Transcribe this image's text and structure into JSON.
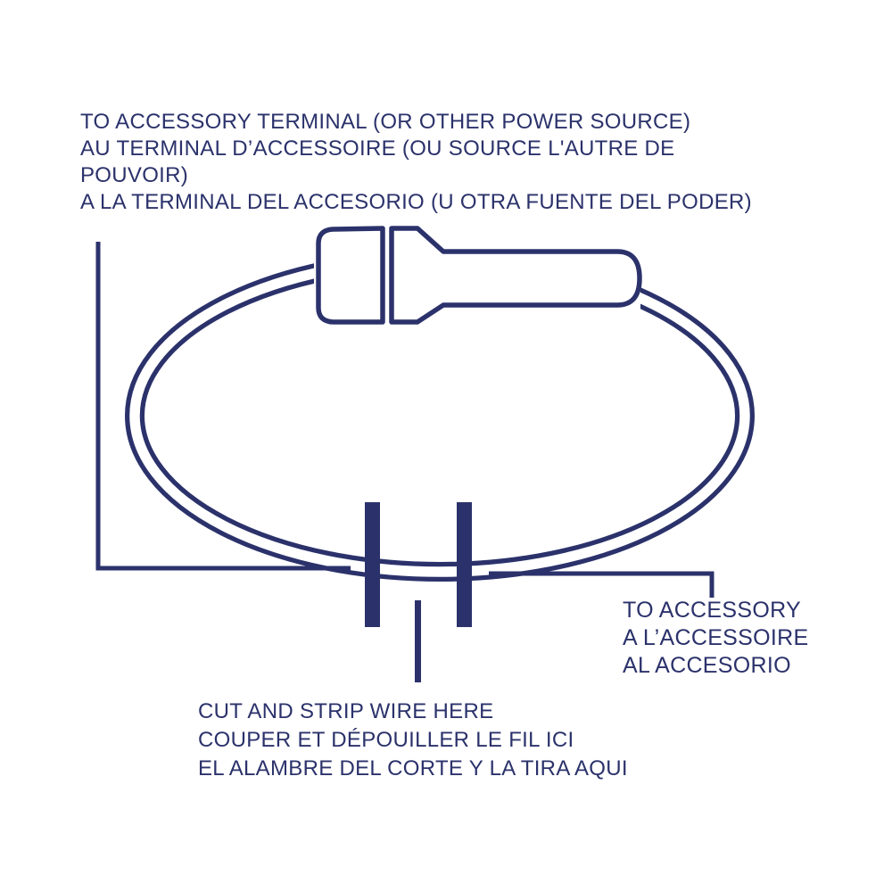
{
  "diagram": {
    "title": "Accessory wiring / fuse holder cut-and-strip diagram",
    "ink_color": "#2b326b",
    "background_color": "#ffffff",
    "labels": {
      "power_source": {
        "position": "top-left",
        "lines": [
          "TO ACCESSORY TERMINAL (OR OTHER POWER SOURCE)",
          "AU TERMINAL D’ACCESSOIRE (OU SOURCE L'AUTRE DE",
          "POUVOIR)",
          "A LA TERMINAL DEL ACCESORIO (U OTRA FUENTE DEL PODER)"
        ]
      },
      "accessory": {
        "position": "bottom-right",
        "lines": [
          "TO ACCESSORY",
          "A L’ACCESSOIRE",
          "AL ACCESORIO"
        ]
      },
      "cut_strip": {
        "position": "bottom-center",
        "lines": [
          "CUT AND STRIP WIRE HERE",
          "COUPER ET DÉPOUILLER LE FIL ICI",
          "EL ALAMBRE DEL CORTE Y LA TIRA AQUI"
        ]
      }
    },
    "figure_parts": [
      "wire-loop",
      "fuse-holder-cap",
      "fuse-holder-barrel",
      "cut-mark-left",
      "cut-mark-right",
      "leader-line-power-source",
      "leader-line-accessory",
      "leader-line-cut-strip"
    ]
  }
}
